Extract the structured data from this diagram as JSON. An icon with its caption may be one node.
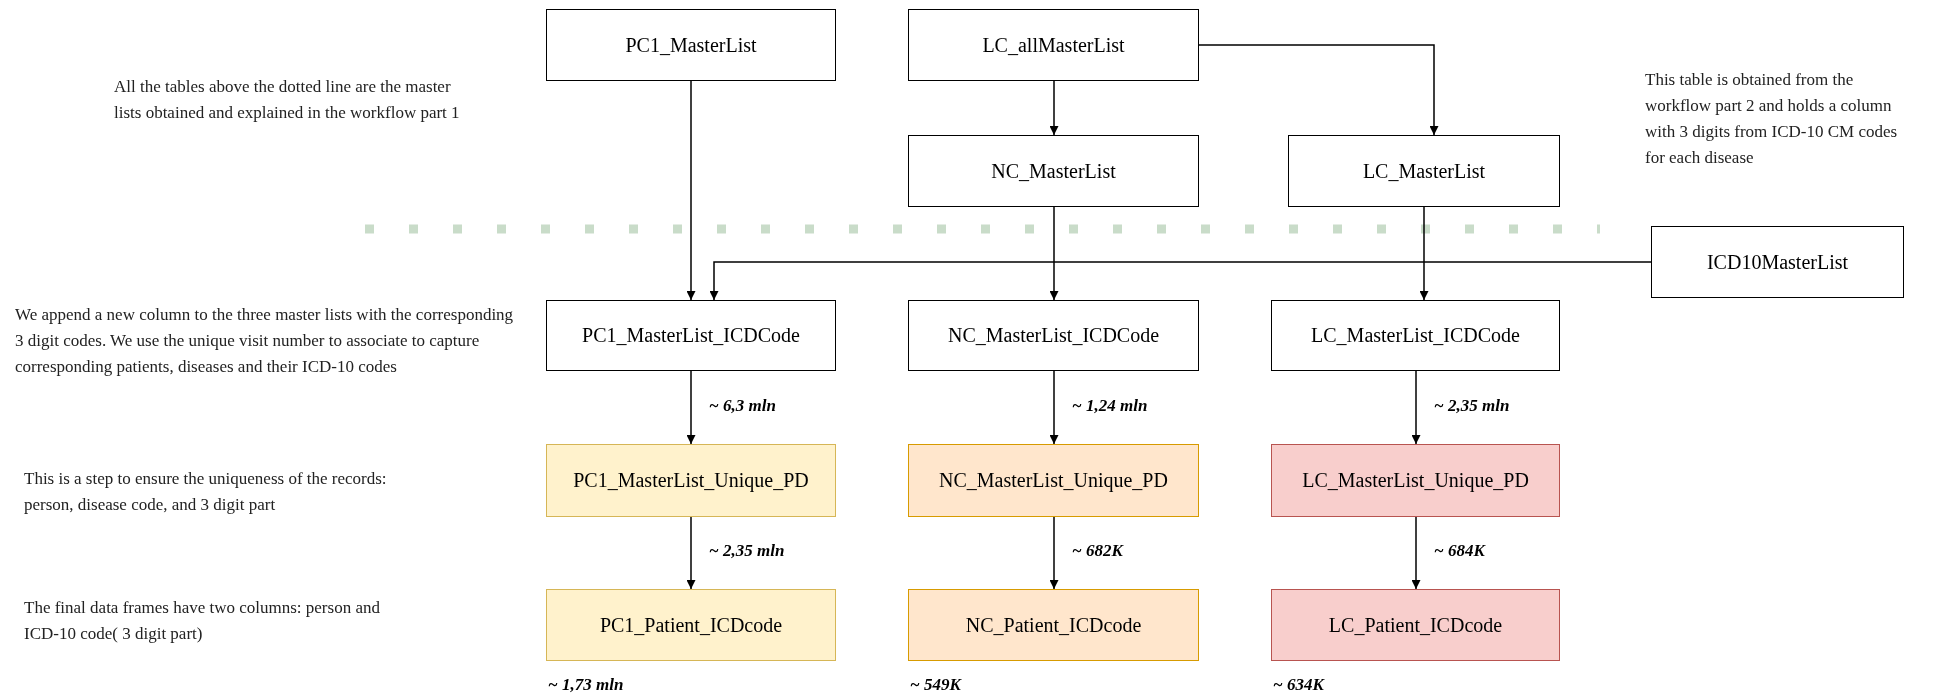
{
  "diagram": {
    "nodes": [
      {
        "text": [
          "PC1_MasterList"
        ]
      },
      {
        "text": [
          "LC_allMasterList"
        ]
      },
      {
        "text": [
          "NC_MasterList"
        ]
      },
      {
        "text": [
          "LC_MasterList"
        ]
      },
      {
        "text": [
          "ICD10MasterList"
        ]
      },
      {
        "text": [
          "PC1_MasterList_ICDCode"
        ]
      },
      {
        "text": [
          "NC_MasterList_ICDCode"
        ]
      },
      {
        "text": [
          "LC_MasterList_ICDCode"
        ]
      },
      {
        "text": [
          "PC1_MasterList_Unique_PD"
        ]
      },
      {
        "text": [
          "NC_MasterList_Unique_PD"
        ]
      },
      {
        "text": [
          "LC_MasterList_Unique_PD"
        ]
      },
      {
        "text": [
          "PC1_Patient_ICDcode"
        ],
        "beside": [
          "~ 1,73 mln"
        ]
      },
      {
        "text": [
          "NC_Patient_ICDcode"
        ],
        "beside": [
          "~ 549K"
        ]
      },
      {
        "text": [
          "LC_Patient_ICDcode"
        ],
        "beside": [
          "~ 634K"
        ]
      }
    ],
    "edges": [
      {
        "from": 0,
        "to": 5,
        "arrow": "to"
      },
      {
        "from": 1,
        "to": 2,
        "arrow": "to"
      },
      {
        "from": 1,
        "to": 3,
        "arrow": "to"
      },
      {
        "from": 2,
        "to": 6,
        "arrow": "to"
      },
      {
        "from": 3,
        "to": 7,
        "arrow": "to"
      },
      {
        "from": 4,
        "to": 5,
        "arrow": "to"
      },
      {
        "from": 5,
        "to": 8,
        "arrow": "to",
        "label": "~ 6,3 mln"
      },
      {
        "from": 8,
        "to": 11,
        "arrow": "to",
        "label": "~ 2,35 mln"
      },
      {
        "from": 6,
        "to": 9,
        "arrow": "to",
        "label": "~ 1,24 mln"
      },
      {
        "from": 9,
        "to": 12,
        "arrow": "to",
        "label": "~ 682K"
      },
      {
        "from": 7,
        "to": 10,
        "arrow": "to",
        "label": "~ 2,35 mln"
      },
      {
        "from": 10,
        "to": 13,
        "arrow": "to",
        "label": "~ 684K"
      }
    ],
    "labels": [
      "All the tables above the dotted line are the master lists obtained and explained in the workflow part 1",
      "This table is obtained from the workflow part 2 and holds a column with 3 digits from ICD-10 CM codes for each disease",
      "We append a new column to the three master lists with the corresponding 3 digit codes. We use the unique visit number to associate to capture corresponding patients, diseases and their ICD-10 codes",
      "This is a step to ensure the uniqueness of the records: person, disease code, and 3 digit part",
      "The final data frames have two columns: person and ICD-10 code( 3 digit part)"
    ]
  }
}
